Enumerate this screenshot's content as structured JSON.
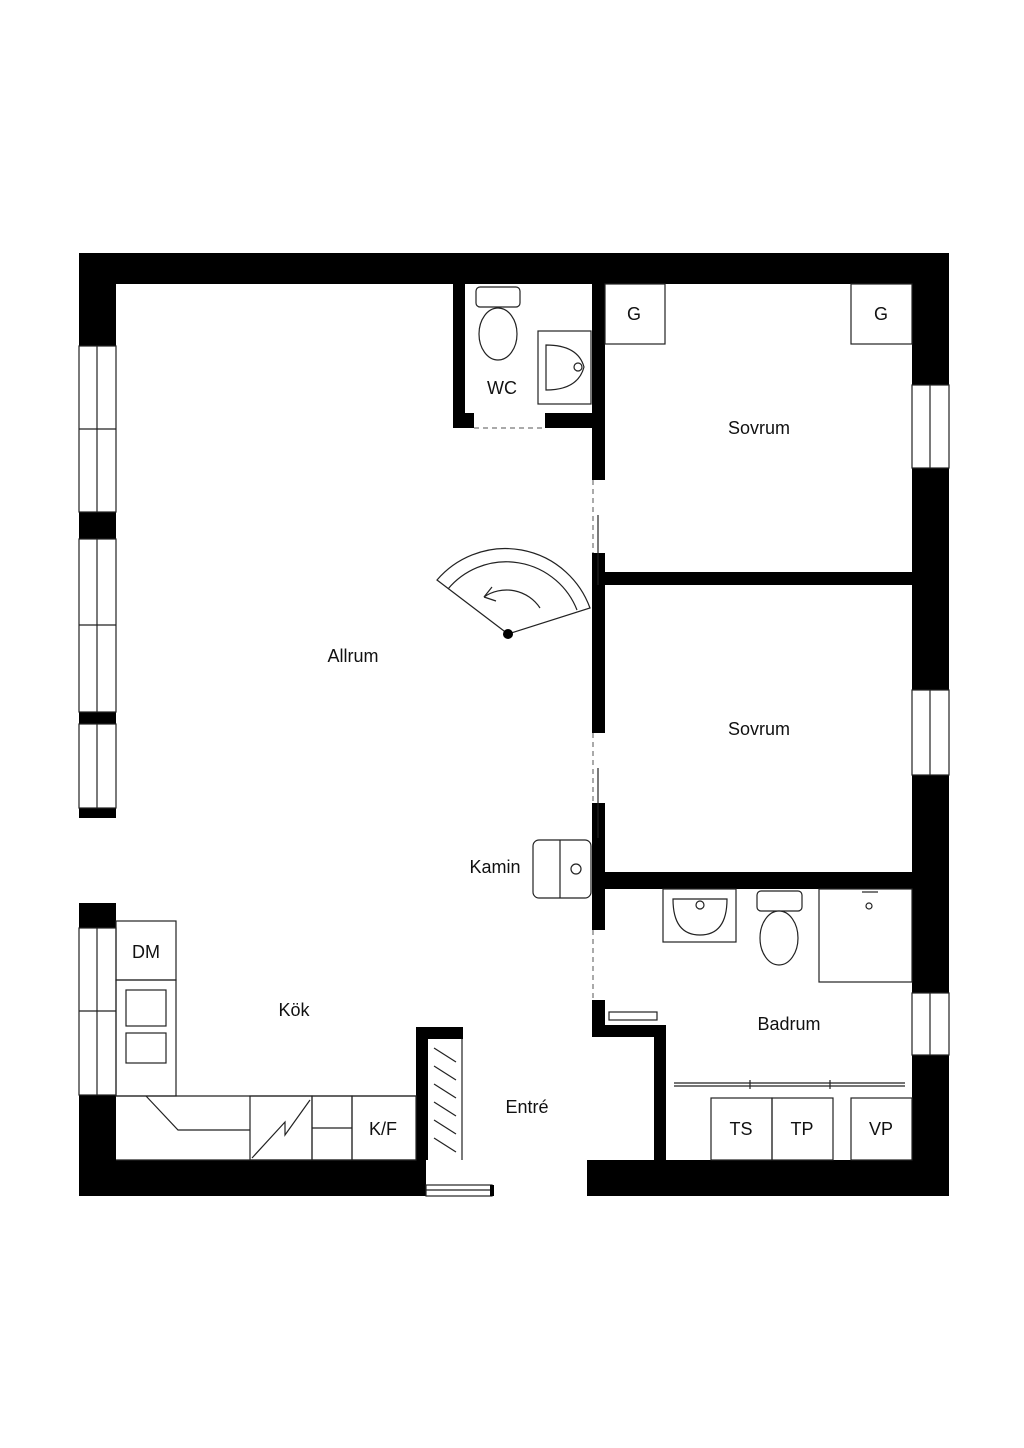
{
  "rooms": {
    "allrum": "Allrum",
    "wc": "WC",
    "sovrum_top": "Sovrum",
    "sovrum_bottom": "Sovrum",
    "kamin": "Kamin",
    "kok": "Kök",
    "badrum": "Badrum",
    "entre": "Entré"
  },
  "fixtures": {
    "g_left": "G",
    "g_right": "G",
    "dm": "DM",
    "kf": "K/F",
    "ts": "TS",
    "tp": "TP",
    "vp": "VP"
  }
}
